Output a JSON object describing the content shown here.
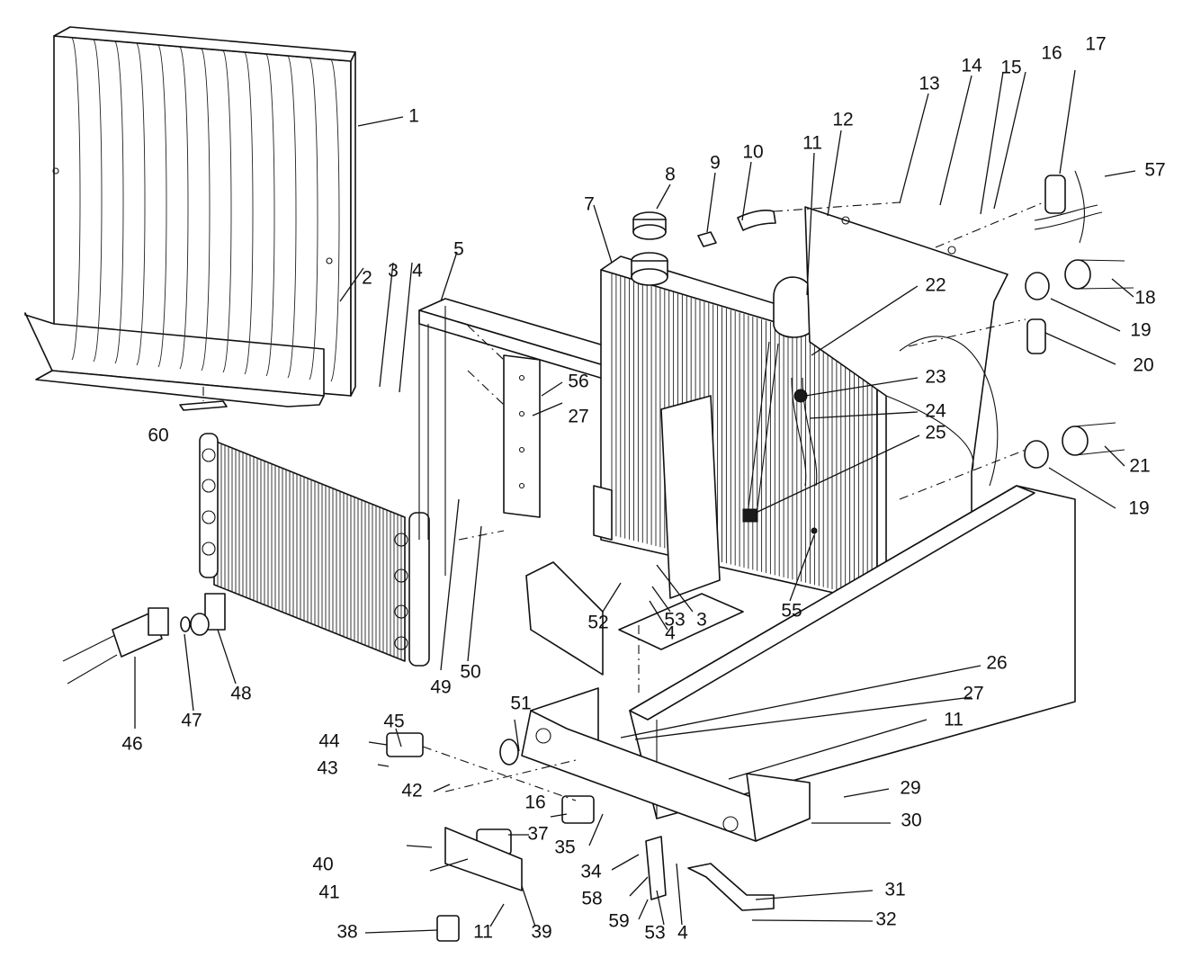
{
  "callouts": [
    {
      "id": "c1",
      "text": "1"
    },
    {
      "id": "c2",
      "text": "2"
    },
    {
      "id": "c3a",
      "text": "3"
    },
    {
      "id": "c4a",
      "text": "4"
    },
    {
      "id": "c5",
      "text": "5"
    },
    {
      "id": "c7",
      "text": "7"
    },
    {
      "id": "c8",
      "text": "8"
    },
    {
      "id": "c9",
      "text": "9"
    },
    {
      "id": "c10",
      "text": "10"
    },
    {
      "id": "c11a",
      "text": "11"
    },
    {
      "id": "c12",
      "text": "12"
    },
    {
      "id": "c13",
      "text": "13"
    },
    {
      "id": "c14",
      "text": "14"
    },
    {
      "id": "c15",
      "text": "15"
    },
    {
      "id": "c16a",
      "text": "16"
    },
    {
      "id": "c17",
      "text": "17"
    },
    {
      "id": "c57",
      "text": "57"
    },
    {
      "id": "c18",
      "text": "18"
    },
    {
      "id": "c19a",
      "text": "19"
    },
    {
      "id": "c20",
      "text": "20"
    },
    {
      "id": "c22",
      "text": "22"
    },
    {
      "id": "c23",
      "text": "23"
    },
    {
      "id": "c24",
      "text": "24"
    },
    {
      "id": "c25",
      "text": "25"
    },
    {
      "id": "c21",
      "text": "21"
    },
    {
      "id": "c19b",
      "text": "19"
    },
    {
      "id": "c56",
      "text": "56"
    },
    {
      "id": "c27a",
      "text": "27"
    },
    {
      "id": "c60",
      "text": "60"
    },
    {
      "id": "c55",
      "text": "55"
    },
    {
      "id": "c3b",
      "text": "3"
    },
    {
      "id": "c53a",
      "text": "53"
    },
    {
      "id": "c52",
      "text": "52"
    },
    {
      "id": "c4b",
      "text": "4"
    },
    {
      "id": "c49",
      "text": "49"
    },
    {
      "id": "c50",
      "text": "50"
    },
    {
      "id": "c48",
      "text": "48"
    },
    {
      "id": "c51",
      "text": "51"
    },
    {
      "id": "c26",
      "text": "26"
    },
    {
      "id": "c27b",
      "text": "27"
    },
    {
      "id": "c46",
      "text": "46"
    },
    {
      "id": "c47",
      "text": "47"
    },
    {
      "id": "c45",
      "text": "45"
    },
    {
      "id": "c44",
      "text": "44"
    },
    {
      "id": "c11b",
      "text": "11"
    },
    {
      "id": "c43",
      "text": "43"
    },
    {
      "id": "c42",
      "text": "42"
    },
    {
      "id": "c29",
      "text": "29"
    },
    {
      "id": "c16b",
      "text": "16"
    },
    {
      "id": "c30",
      "text": "30"
    },
    {
      "id": "c37",
      "text": "37"
    },
    {
      "id": "c35",
      "text": "35"
    },
    {
      "id": "c40",
      "text": "40"
    },
    {
      "id": "c34",
      "text": "34"
    },
    {
      "id": "c41",
      "text": "41"
    },
    {
      "id": "c31",
      "text": "31"
    },
    {
      "id": "c58",
      "text": "58"
    },
    {
      "id": "c32",
      "text": "32"
    },
    {
      "id": "c59",
      "text": "59"
    },
    {
      "id": "c53b",
      "text": "53"
    },
    {
      "id": "c4c",
      "text": "4"
    },
    {
      "id": "c38",
      "text": "38"
    },
    {
      "id": "c11c",
      "text": "11"
    },
    {
      "id": "c39",
      "text": "39"
    }
  ]
}
